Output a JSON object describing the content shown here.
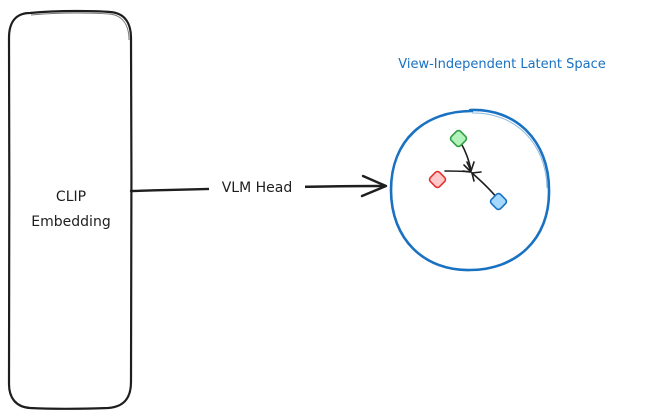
{
  "embedding_box": {
    "line1": "CLIP",
    "line2": "Embedding"
  },
  "edge": {
    "label": "VLM Head"
  },
  "latent_space": {
    "title": "View-Independent Latent Space"
  },
  "points": [
    {
      "name": "green",
      "fill": "#b2f2bb",
      "stroke": "#2f9e44"
    },
    {
      "name": "red",
      "fill": "#ffc9c9",
      "stroke": "#e03131"
    },
    {
      "name": "blue",
      "fill": "#a5d8ff",
      "stroke": "#1971c2"
    }
  ],
  "colors": {
    "stroke": "#1e1e1e",
    "accent": "#1971c2"
  }
}
